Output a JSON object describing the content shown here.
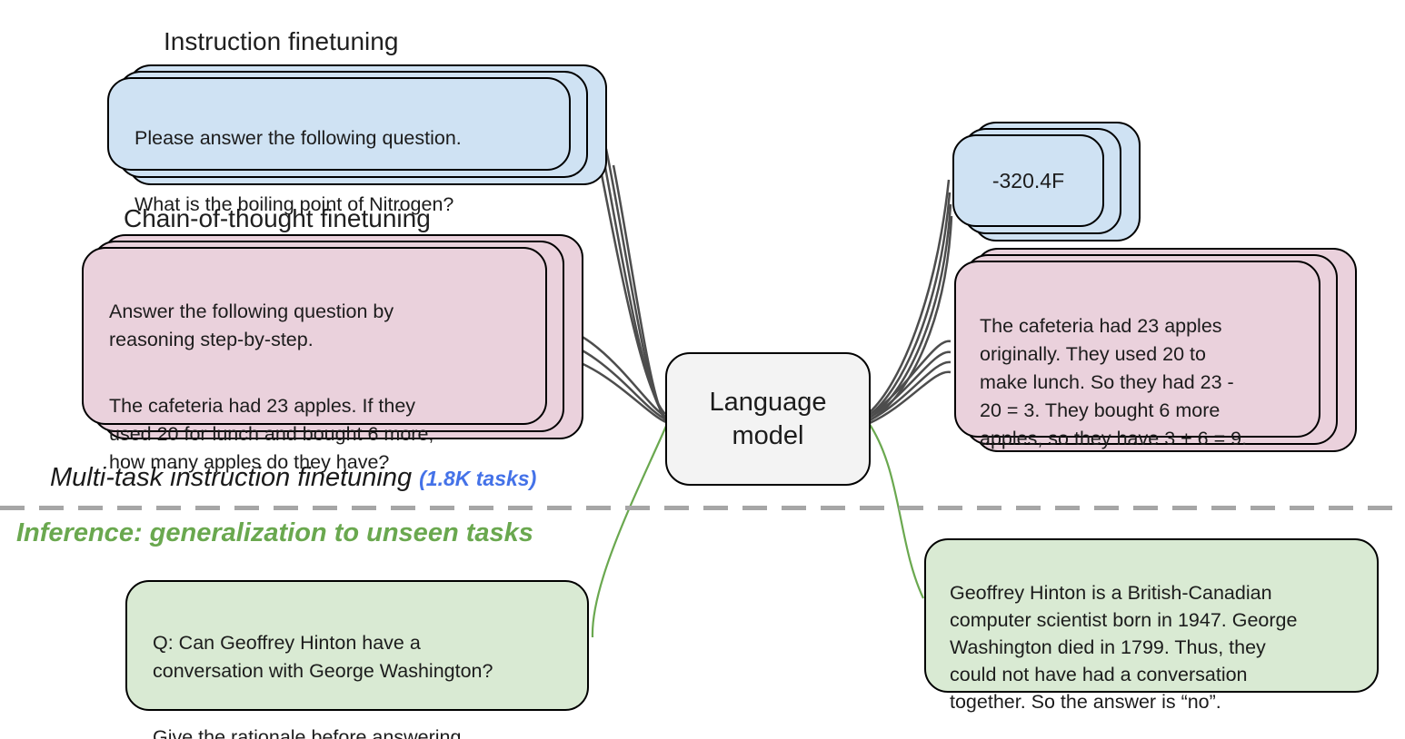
{
  "training": {
    "instruction": {
      "title": "Instruction finetuning",
      "card_lines": [
        "Please answer the following question.",
        "What is the boiling point of Nitrogen?"
      ]
    },
    "cot": {
      "title": "Chain-of-thought finetuning",
      "card_lines": [
        "Answer the following question by\nreasoning step-by-step.",
        "The cafeteria had 23 apples. If they\nused 20 for lunch and bought 6 more,\nhow many apples do they have?"
      ]
    }
  },
  "model": {
    "label": "Language\nmodel"
  },
  "outputs": {
    "instruction_answer": "-320.4F",
    "cot_answer": "The cafeteria had 23 apples\noriginally. They used 20 to\nmake lunch. So they had 23 -\n20 = 3. They bought 6 more\napples, so they have 3 + 6 = 9."
  },
  "captions": {
    "finetuning": "Multi-task instruction finetuning",
    "task_count": "(1.8K tasks)",
    "inference": "Inference: generalization to unseen tasks"
  },
  "inference_cards": {
    "question_lines": [
      "Q: Can Geoffrey Hinton have a\nconversation with George Washington?",
      "Give the rationale before answering."
    ],
    "answer": "Geoffrey Hinton is a British-Canadian\ncomputer scientist born in 1947. George\nWashington died in 1799. Thus, they\ncould not have had a conversation\ntogether. So the answer is “no”."
  },
  "colors": {
    "card-blue": "#cfe2f3",
    "card-pink": "#ead1dc",
    "card-green": "#d9ead3",
    "model-gray": "#f3f3f3",
    "connector-gray": "#4d4d4d",
    "connector-green": "#6aa84f",
    "tasks-blue": "#4472e8",
    "inference-green": "#6aa84f",
    "divider-gray": "#a6a6a6"
  }
}
